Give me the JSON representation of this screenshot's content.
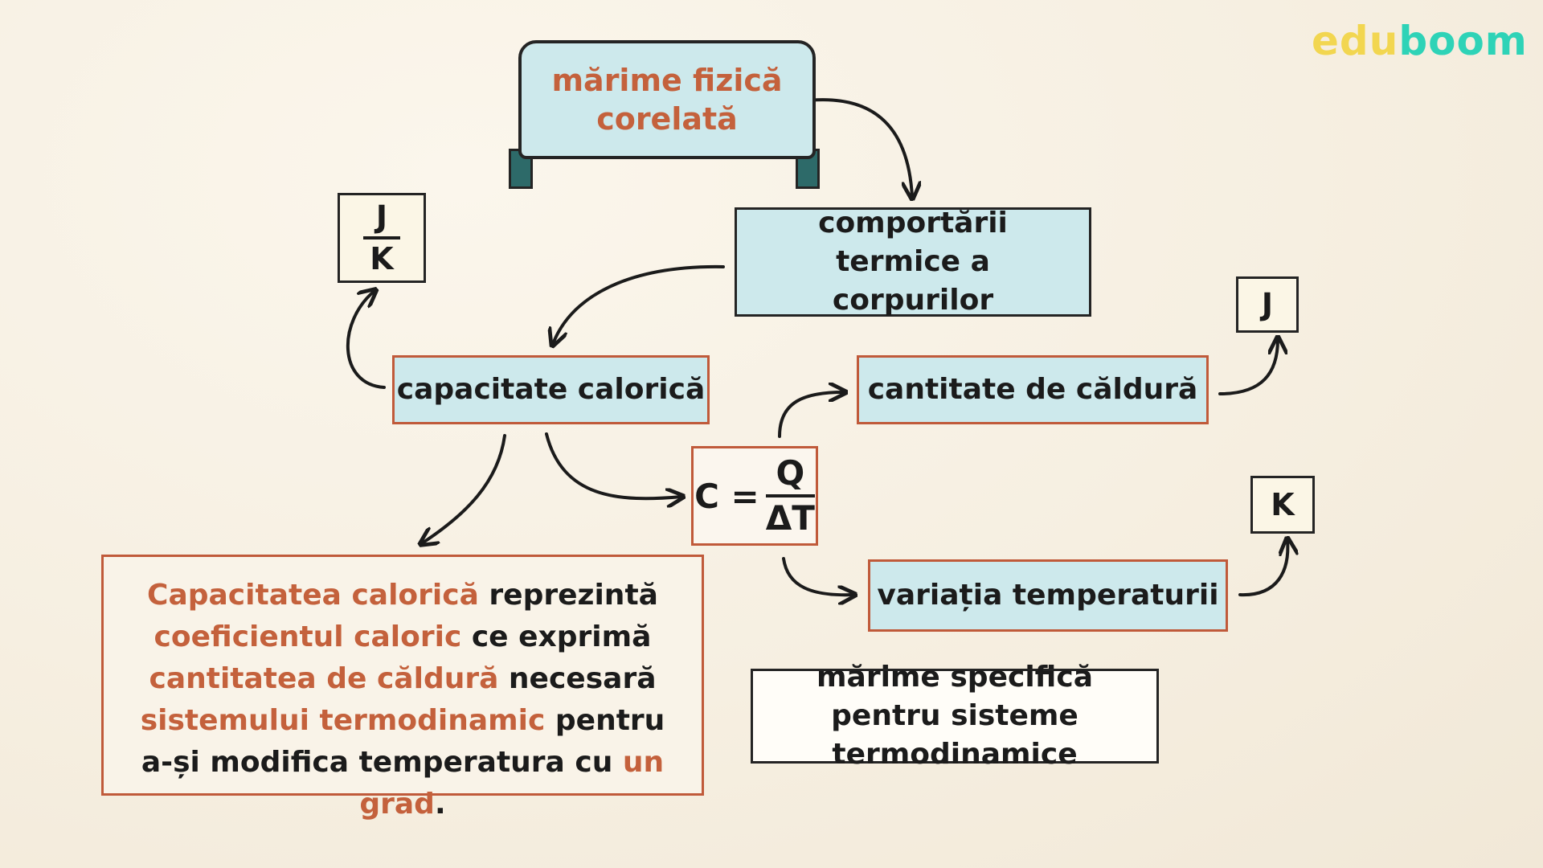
{
  "logo": {
    "part1": "edu",
    "part2": "boom"
  },
  "nodes": {
    "related_quantity": "mărime fizică corelată",
    "thermal_behavior": "comportării termice a corpurilor",
    "heat_capacity": "capacitate calorică",
    "heat_quantity": "cantitate de căldură",
    "temperature_variation": "variația temperaturii",
    "specific_quantity": "mărime specifică pentru sisteme termodinamice"
  },
  "units": {
    "heat_capacity_num": "J",
    "heat_capacity_den": "K",
    "heat_quantity": "J",
    "temperature": "K"
  },
  "formula": {
    "lhs": "C =",
    "numerator": "Q",
    "denominator": "ΔT"
  },
  "definition": {
    "p1": "Capacitatea calorică",
    "p2": " reprezintă ",
    "p3": "coeficientul caloric",
    "p4": " ce exprimă ",
    "p5": "cantitatea de căldură",
    "p6": " necesară ",
    "p7": "sistemului termodinamic",
    "p8": " pentru a-și modifica temperatura cu ",
    "p9": "un grad",
    "p10": "."
  },
  "colors": {
    "accent": "#c4613c",
    "box_fill": "#cde9ec",
    "logo_yellow": "#f2d650",
    "logo_teal": "#2ed3b7"
  }
}
